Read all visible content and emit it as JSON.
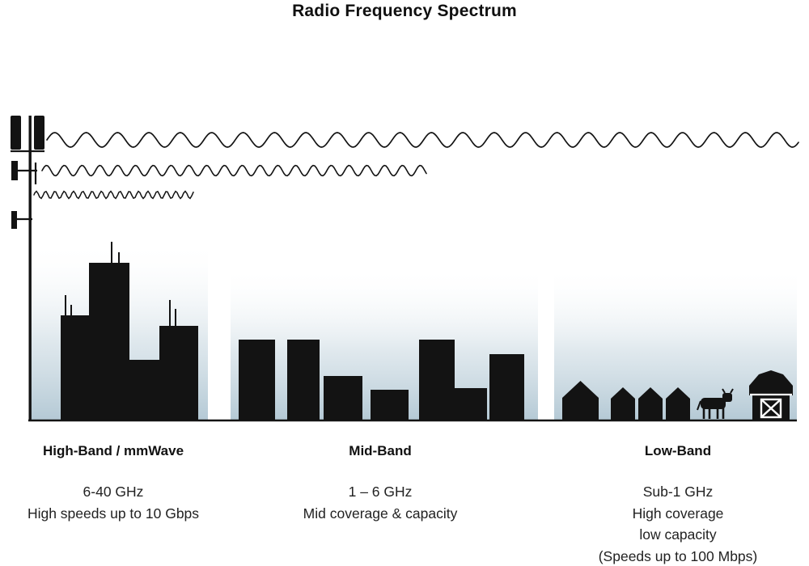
{
  "title": "Radio Frequency Spectrum",
  "colors": {
    "ink": "#131313",
    "haze_bottom": "#b4c9d5"
  },
  "bands": [
    {
      "name": "High-Band / mmWave",
      "frequency": "6-40 GHz",
      "description_lines": [
        "High speeds up to 10 Gbps"
      ]
    },
    {
      "name": "Mid-Band",
      "frequency": "1 – 6 GHz",
      "description_lines": [
        "Mid coverage & capacity"
      ]
    },
    {
      "name": "Low-Band",
      "frequency": "Sub-1 GHz",
      "description_lines": [
        "High coverage",
        "low capacity",
        "(Speeds up to 100 Mbps)"
      ]
    }
  ],
  "scene": {
    "transmitter": "cell-tower",
    "waves": [
      {
        "band": "low-band",
        "wavelength": "long",
        "reach": "far"
      },
      {
        "band": "mid-band",
        "wavelength": "medium",
        "reach": "medium"
      },
      {
        "band": "high-band",
        "wavelength": "short",
        "reach": "short"
      }
    ],
    "landscapes": [
      "city-skyscrapers",
      "town-buildings",
      "rural-houses-cow-barn"
    ]
  }
}
